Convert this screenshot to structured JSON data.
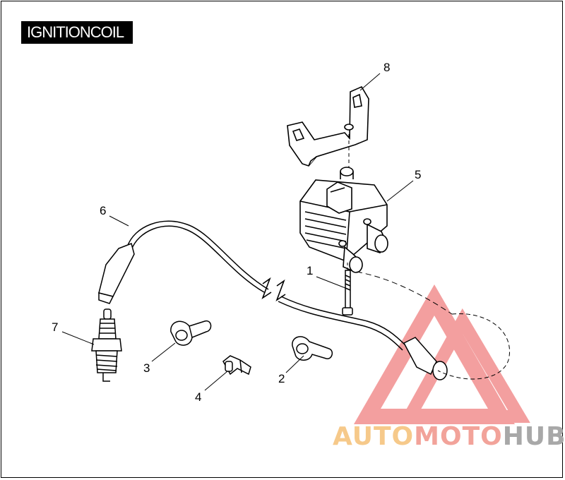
{
  "title": "IGNITIONCOIL",
  "callouts": [
    {
      "id": "1",
      "label": "1"
    },
    {
      "id": "2",
      "label": "2"
    },
    {
      "id": "3",
      "label": "3"
    },
    {
      "id": "4",
      "label": "4"
    },
    {
      "id": "5",
      "label": "5"
    },
    {
      "id": "6",
      "label": "6"
    },
    {
      "id": "7",
      "label": "7"
    },
    {
      "id": "8",
      "label": "8"
    }
  ],
  "watermark": {
    "part1": "AUTO",
    "part2": "MOTO",
    "part3": "HUB",
    "color1": "#f6c98a",
    "color2": "#f2a39a",
    "color3": "#a8a8a8",
    "triangle_color": "#f08080"
  },
  "colors": {
    "line": "#000000",
    "background": "#ffffff"
  }
}
